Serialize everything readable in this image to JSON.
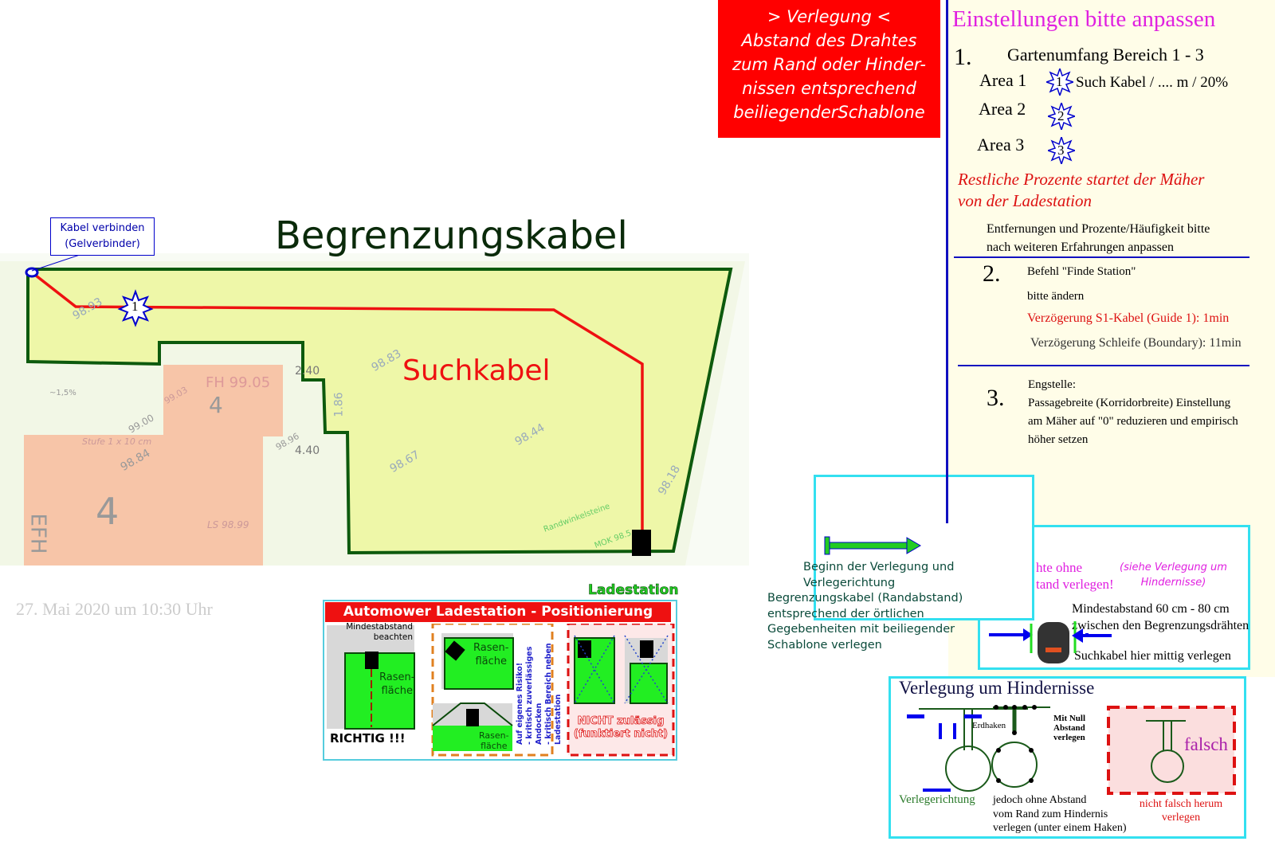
{
  "map": {
    "title": "Begrenzungskabel",
    "guide_label": "Suchkabel",
    "connector_callout": [
      "Kabel verbinden",
      "(Gelverbinder)"
    ],
    "star_number": "1",
    "plan_labels": [
      "98.93",
      "98.83",
      "98.67",
      "98.44",
      "98.18",
      "FH 99.05",
      "4",
      "4",
      "4.40",
      "1.86",
      "2.40",
      "99.03",
      "99.00",
      "98.84",
      "98.96",
      "LS 98.99",
      "Stufe 1 x 10 cm",
      "EFH",
      "~1,5%",
      "Randwinkelsteine",
      "MOK 98.5"
    ],
    "date_text": "27. Mai 2020 um 10:30 Uhr",
    "colors": {
      "boundary": "#0d5a0d",
      "guide": "#ee1111",
      "lawn": "#eef7a8"
    }
  },
  "install_box": {
    "lines": [
      "> Verlegung <",
      "Abstand des Drahtes",
      "zum Rand oder Hinder-",
      "nissen entsprechend",
      "beiliegenderSchablone"
    ]
  },
  "settings": {
    "title": "Einstellungen bitte anpassen",
    "s1": {
      "num": "1.",
      "heading": "Gartenumfang Bereich 1 - 3",
      "areas": [
        {
          "label": "Area 1",
          "star": "1",
          "note": "Such Kabel / .... m / 20%"
        },
        {
          "label": "Area 2",
          "star": "2",
          "note": ""
        },
        {
          "label": "Area 3",
          "star": "3",
          "note": ""
        }
      ],
      "remaining": [
        "Restliche Prozente  startet der Mäher",
        "von der Ladestation"
      ],
      "hint": [
        "Entfernungen und Prozente/Häufigkeit bitte",
        "nach weiteren Erfahrungen anpassen"
      ]
    },
    "s2": {
      "num": "2.",
      "lines": [
        "Befehl \"Finde Station\"",
        "bitte ändern"
      ],
      "guide_delay": "Verzögerung S1-Kabel (Guide 1): 1min",
      "boundary_delay": "Verzögerung Schleife (Boundary): 11min"
    },
    "s3": {
      "num": "3.",
      "lines": [
        "Engstelle:",
        "Passagebreite (Korridorbreite) Einstellung",
        "am Mäher auf \"0\" reduzieren und empirisch",
        "höher setzen"
      ]
    }
  },
  "start_note": [
    "Beginn der Verlegung und",
    "Verlegerichtung",
    "Begrenzungskabel (Randabstand)",
    "entsprechend der örtlichen",
    "Gegebenheiten mit beiliegender",
    "Schablone verlegen"
  ],
  "distance_box": {
    "partial": [
      "hte ohne",
      "tand verlegen!"
    ],
    "see": [
      "(siehe Verlegung um",
      "Hindernisse)"
    ],
    "min": [
      "Mindestabstand 60 cm - 80 cm",
      "zwischen den Begrenzungsdrähten"
    ],
    "guide": "Suchkabel hier mittig verlegen"
  },
  "obstacles": {
    "title": "Verlegung um Hindernisse",
    "direction": "Verlegerichtung",
    "hooks": "Erdhaken",
    "zero": [
      "Mit Null",
      "Abstand",
      "verlegen"
    ],
    "note": [
      "jedoch ohne Abstand",
      "vom Rand zum Hindernis",
      "verlegen (unter einem Haken)"
    ],
    "wrong": "falsch",
    "wrong_note": [
      "nicht falsch herum",
      "verlegen"
    ]
  },
  "station": {
    "label": "Ladestation",
    "title": "Automower Ladestation - Positionierung",
    "min_dist": [
      "Mindestabstand",
      "beachten"
    ],
    "lawn": [
      "Rasen-",
      "fläche"
    ],
    "correct": "RICHTIG !!!",
    "risk": [
      "Auf eigenes Risiko!",
      "- kritisch zuverlässiges Andocken",
      "- kritisch Bereich neben Ladestation"
    ],
    "not_allowed": [
      "NICHT zulässig",
      "(funktiert nicht)"
    ]
  }
}
